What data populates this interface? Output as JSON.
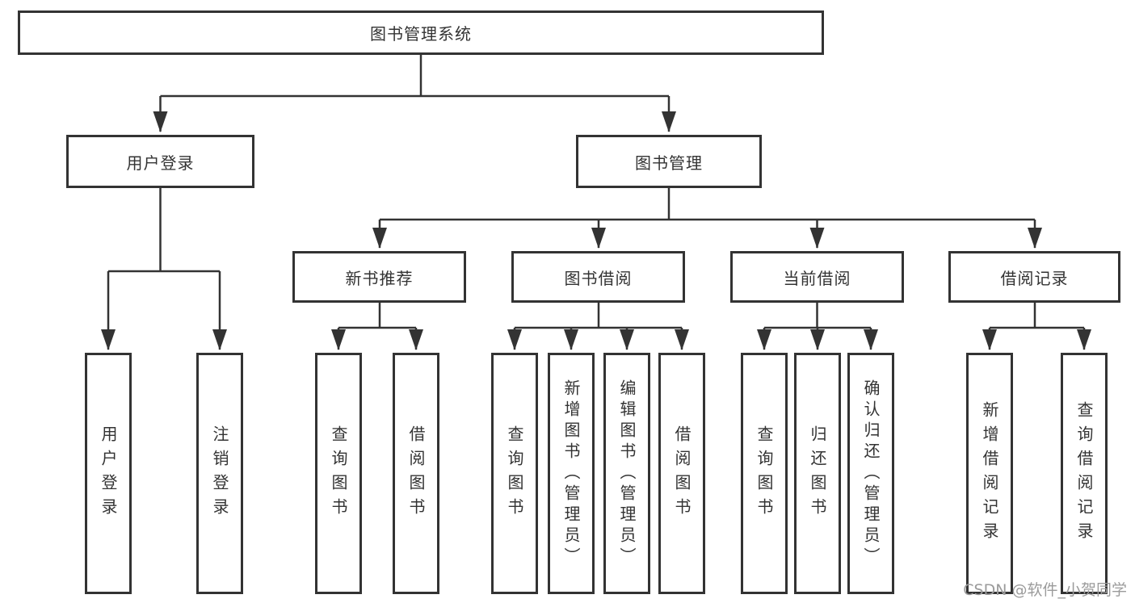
{
  "diagram": {
    "nodes": {
      "root": "图书管理系统",
      "user_login": "用户登录",
      "book_mgmt": "图书管理",
      "new_book_rec": "新书推荐",
      "book_borrow": "图书借阅",
      "current_borrow": "当前借阅",
      "borrow_record": "借阅记录",
      "leaf_user_login": "用户登录",
      "leaf_logout": "注销登录",
      "leaf_nbr_query": "查询图书",
      "leaf_nbr_borrow": "借阅图书",
      "leaf_bb_query": "查询图书",
      "leaf_bb_add": "新增图书（管理员）",
      "leaf_bb_edit": "编辑图书（管理员）",
      "leaf_bb_borrow": "借阅图书",
      "leaf_cb_query": "查询图书",
      "leaf_cb_return": "归还图书",
      "leaf_cb_confirm": "确认归还（管理员）",
      "leaf_br_add": "新增借阅记录",
      "leaf_br_query": "查询借阅记录"
    },
    "colors": {
      "line": "#333333",
      "box_border": "#333333",
      "text": "#333333",
      "background": "#ffffff",
      "watermark": "#9b9b9b"
    }
  },
  "watermark": {
    "text": "CSDN @软件_小贺同学"
  }
}
